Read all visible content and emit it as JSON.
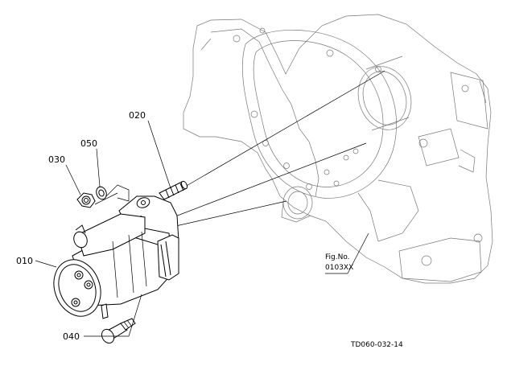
{
  "callouts": [
    {
      "id": "010",
      "label": "010"
    },
    {
      "id": "020",
      "label": "020"
    },
    {
      "id": "030",
      "label": "030"
    },
    {
      "id": "040",
      "label": "040"
    },
    {
      "id": "050",
      "label": "050"
    }
  ],
  "fig_ref": {
    "line1": "Fig.No.",
    "line2": "0103XX"
  },
  "drawing_code": "TD060-032-14"
}
